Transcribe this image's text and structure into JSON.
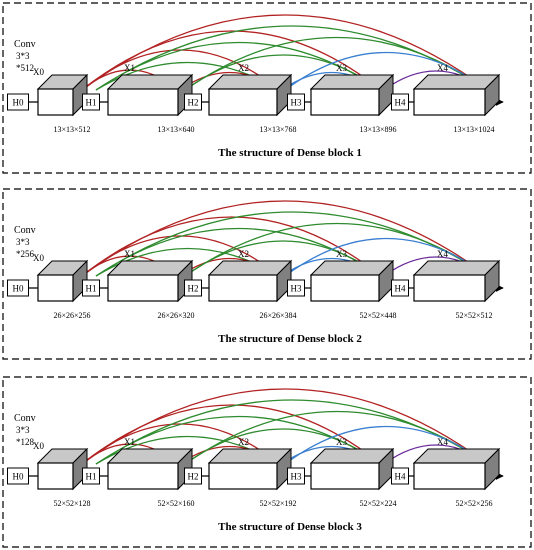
{
  "colors": {
    "box_front": "#ffffff",
    "box_top": "#c8c8c8",
    "box_side": "#808080",
    "stroke": "#000000",
    "arc_red": "#b22222",
    "arc_green": "#2e8b2e",
    "arc_blue": "#3a7fd0",
    "arc_purple": "#6a2a9a",
    "frame_dash": "#000000"
  },
  "blocks": [
    {
      "title": "The structure of Dense block 1",
      "conv": [
        "Conv",
        "3*3",
        "*512"
      ],
      "input_label": "X0",
      "h_labels": [
        "H0",
        "H1",
        "H2",
        "H3",
        "H4"
      ],
      "x_labels": [
        "X1",
        "X2",
        "X3",
        "X4"
      ],
      "dims": [
        "13×13×512",
        "13×13×640",
        "13×13×768",
        "13×13×896",
        "13×13×1024"
      ]
    },
    {
      "title": "The structure of Dense block 2",
      "conv": [
        "Conv",
        "3*3",
        "*256"
      ],
      "input_label": "X0",
      "h_labels": [
        "H0",
        "H1",
        "H2",
        "H3",
        "H4"
      ],
      "x_labels": [
        "X1",
        "X2",
        "X3",
        "X4"
      ],
      "dims": [
        "26×26×256",
        "26×26×320",
        "26×26×384",
        "52×52×448",
        "52×52×512"
      ]
    },
    {
      "title": "The structure of Dense block 3",
      "conv": [
        "Conv",
        "3*3",
        "*128"
      ],
      "input_label": "X0",
      "h_labels": [
        "H0",
        "H1",
        "H2",
        "H3",
        "H4"
      ],
      "x_labels": [
        "X1",
        "X2",
        "X3",
        "X4"
      ],
      "dims": [
        "52×52×128",
        "52×52×160",
        "52×52×192",
        "52×52×224",
        "52×52×256"
      ]
    }
  ]
}
